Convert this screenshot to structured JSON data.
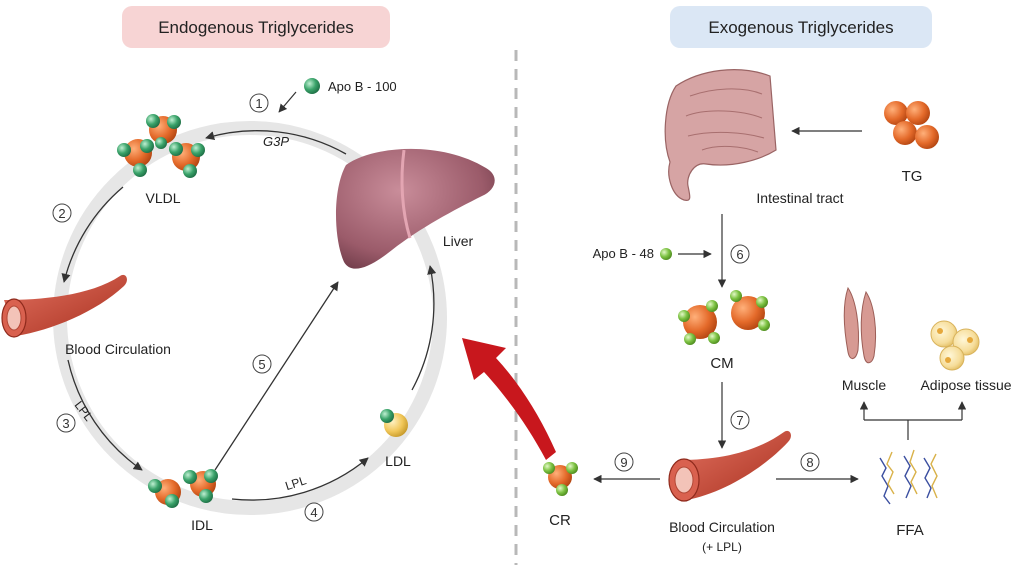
{
  "headers": {
    "left": "Endogenous  Triglycerides",
    "right": "Exogenous Triglycerides"
  },
  "colors": {
    "left_header_bg": "#f7d4d4",
    "right_header_bg": "#dbe7f5",
    "ring": "#e6e6e6",
    "red_arrow": "#c8171d",
    "tg_orange": "#e46a2a",
    "apo_green": "#3aa36a",
    "apo_b48_green": "#7cc242",
    "liver": "#9b5b6a",
    "vessel": "#c64a3c",
    "ldl_yellow": "#f1c75a"
  },
  "labels": {
    "apo_b100": "Apo B - 100",
    "g3p": "G3P",
    "vldl": "VLDL",
    "blood_circ_left": "Blood Circulation",
    "lpl_left": "LPL",
    "idl": "IDL",
    "lpl_bottom": "LPL",
    "ldl": "LDL",
    "liver": "Liver",
    "intestinal_tract": "Intestinal tract",
    "tg": "TG",
    "apo_b48": "Apo B - 48",
    "cm": "CM",
    "muscle": "Muscle",
    "adipose": "Adipose tissue",
    "ffa": "FFA",
    "cr": "CR",
    "blood_circ_right": "Blood Circulation",
    "plus_lpl": "(+ LPL)"
  },
  "steps": [
    "1",
    "2",
    "3",
    "4",
    "5",
    "6",
    "7",
    "8",
    "9"
  ],
  "icons": {
    "liver": "liver-icon",
    "vessel": "blood-vessel-icon",
    "intestine": "intestine-icon",
    "muscle": "muscle-icon",
    "adipose": "adipose-cells-icon",
    "ffa": "fatty-acid-strands-icon"
  }
}
